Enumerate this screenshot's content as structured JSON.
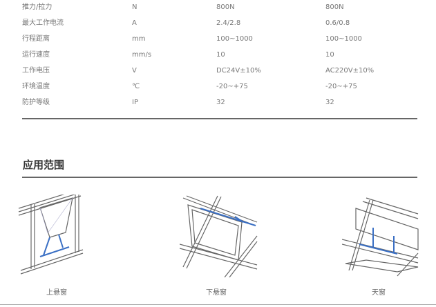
{
  "specs": [
    {
      "param": "推力/拉力",
      "unit": "N",
      "dc": "800N",
      "ac": "800N"
    },
    {
      "param": "最大工作电流",
      "unit": "A",
      "dc": "2.4/2.8",
      "ac": "0.6/0.8"
    },
    {
      "param": "行程距离",
      "unit": "mm",
      "dc": "100~1000",
      "ac": "100~1000"
    },
    {
      "param": "运行速度",
      "unit": "mm/s",
      "dc": "10",
      "ac": "10"
    },
    {
      "param": "工作电压",
      "unit": "V",
      "dc": "DC24V±10%",
      "ac": "AC220V±10%"
    },
    {
      "param": "环境温度",
      "unit": "℃",
      "dc": "-20~+75",
      "ac": "-20~+75"
    },
    {
      "param": "防护等级",
      "unit": "IP",
      "dc": "32",
      "ac": "32"
    }
  ],
  "application": {
    "title": "应用范围",
    "items": [
      {
        "label": "上悬窗"
      },
      {
        "label": "下悬窗"
      },
      {
        "label": "天窗"
      }
    ]
  },
  "colors": {
    "actuator": "#3a6fc4"
  }
}
